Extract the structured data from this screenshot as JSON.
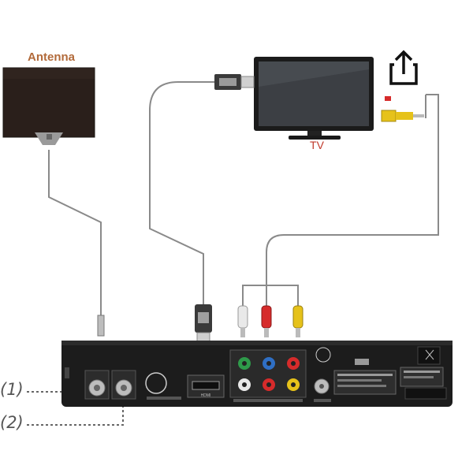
{
  "labels": {
    "antenna": "Antenna",
    "tv": "TV",
    "callout_1": "(1)",
    "callout_2": "(2)"
  },
  "icons": {
    "share": "share-icon"
  },
  "ports": {
    "hdmi_label": "HDMI"
  },
  "colors": {
    "antenna_label": "#b26a3a",
    "tv_label": "#c0392b",
    "rca_red": "#d62b2b",
    "rca_yellow": "#e6c21a",
    "rca_white": "#e9e9e9",
    "rca_green": "#2e9a4a",
    "rca_blue": "#2f6fc4",
    "cable": "#777777",
    "device_body": "#1c1c1c"
  }
}
